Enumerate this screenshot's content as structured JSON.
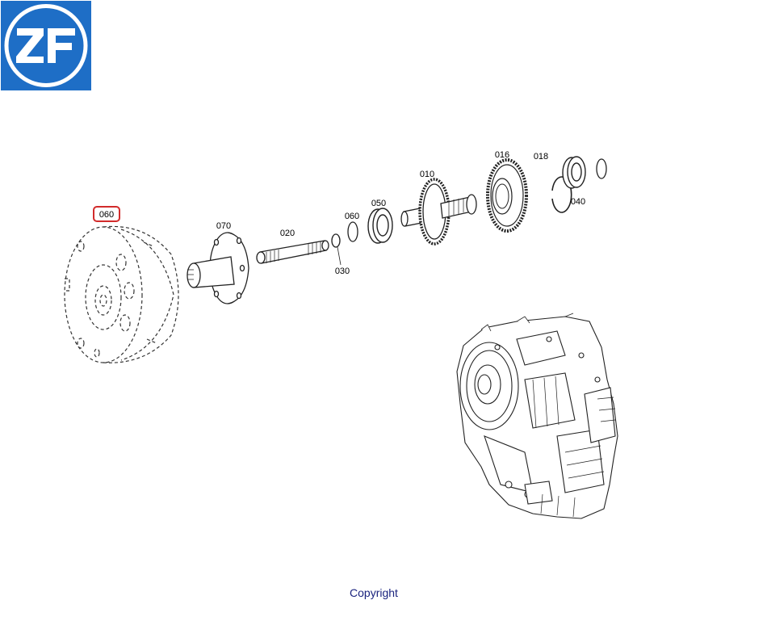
{
  "brand": {
    "logo_text": "ZF",
    "logo_color": "#1e6ec6"
  },
  "diagram": {
    "highlight_color": "#d22b2b",
    "parts": [
      {
        "id": "060",
        "label": "060",
        "highlighted": true
      },
      {
        "id": "070",
        "label": "070"
      },
      {
        "id": "020",
        "label": "020"
      },
      {
        "id": "030",
        "label": "030"
      },
      {
        "id": "060b",
        "label": "060"
      },
      {
        "id": "050",
        "label": "050"
      },
      {
        "id": "010",
        "label": "010"
      },
      {
        "id": "016",
        "label": "016"
      },
      {
        "id": "018",
        "label": "018"
      },
      {
        "id": "040",
        "label": "040"
      }
    ]
  },
  "footer": {
    "copyright": "Copyright"
  }
}
